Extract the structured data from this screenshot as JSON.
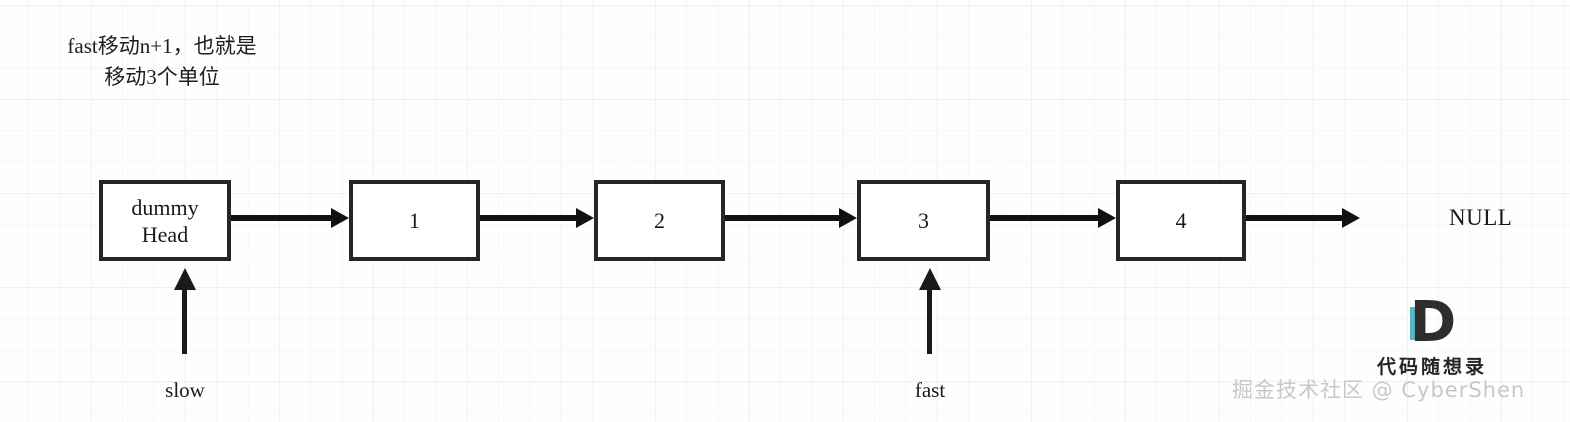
{
  "caption": {
    "line1": "fast移动n+1，也就是",
    "line2": "移动3个单位"
  },
  "diagram": {
    "nodes": [
      {
        "id": "dummy",
        "label_line1": "dummy",
        "label_line2": "Head"
      },
      {
        "id": "n1",
        "label": "1"
      },
      {
        "id": "n2",
        "label": "2"
      },
      {
        "id": "n3",
        "label": "3"
      },
      {
        "id": "n4",
        "label": "4"
      }
    ],
    "terminator": "NULL",
    "pointers": [
      {
        "id": "slow",
        "label": "slow",
        "target": "dummy"
      },
      {
        "id": "fast",
        "label": "fast",
        "target": "n3"
      }
    ]
  },
  "branding": {
    "logo_letter": "D",
    "logo_text": "代码随想录",
    "accent_color": "#47b3bb",
    "watermark": "掘金技术社区 @ CyberShen"
  }
}
